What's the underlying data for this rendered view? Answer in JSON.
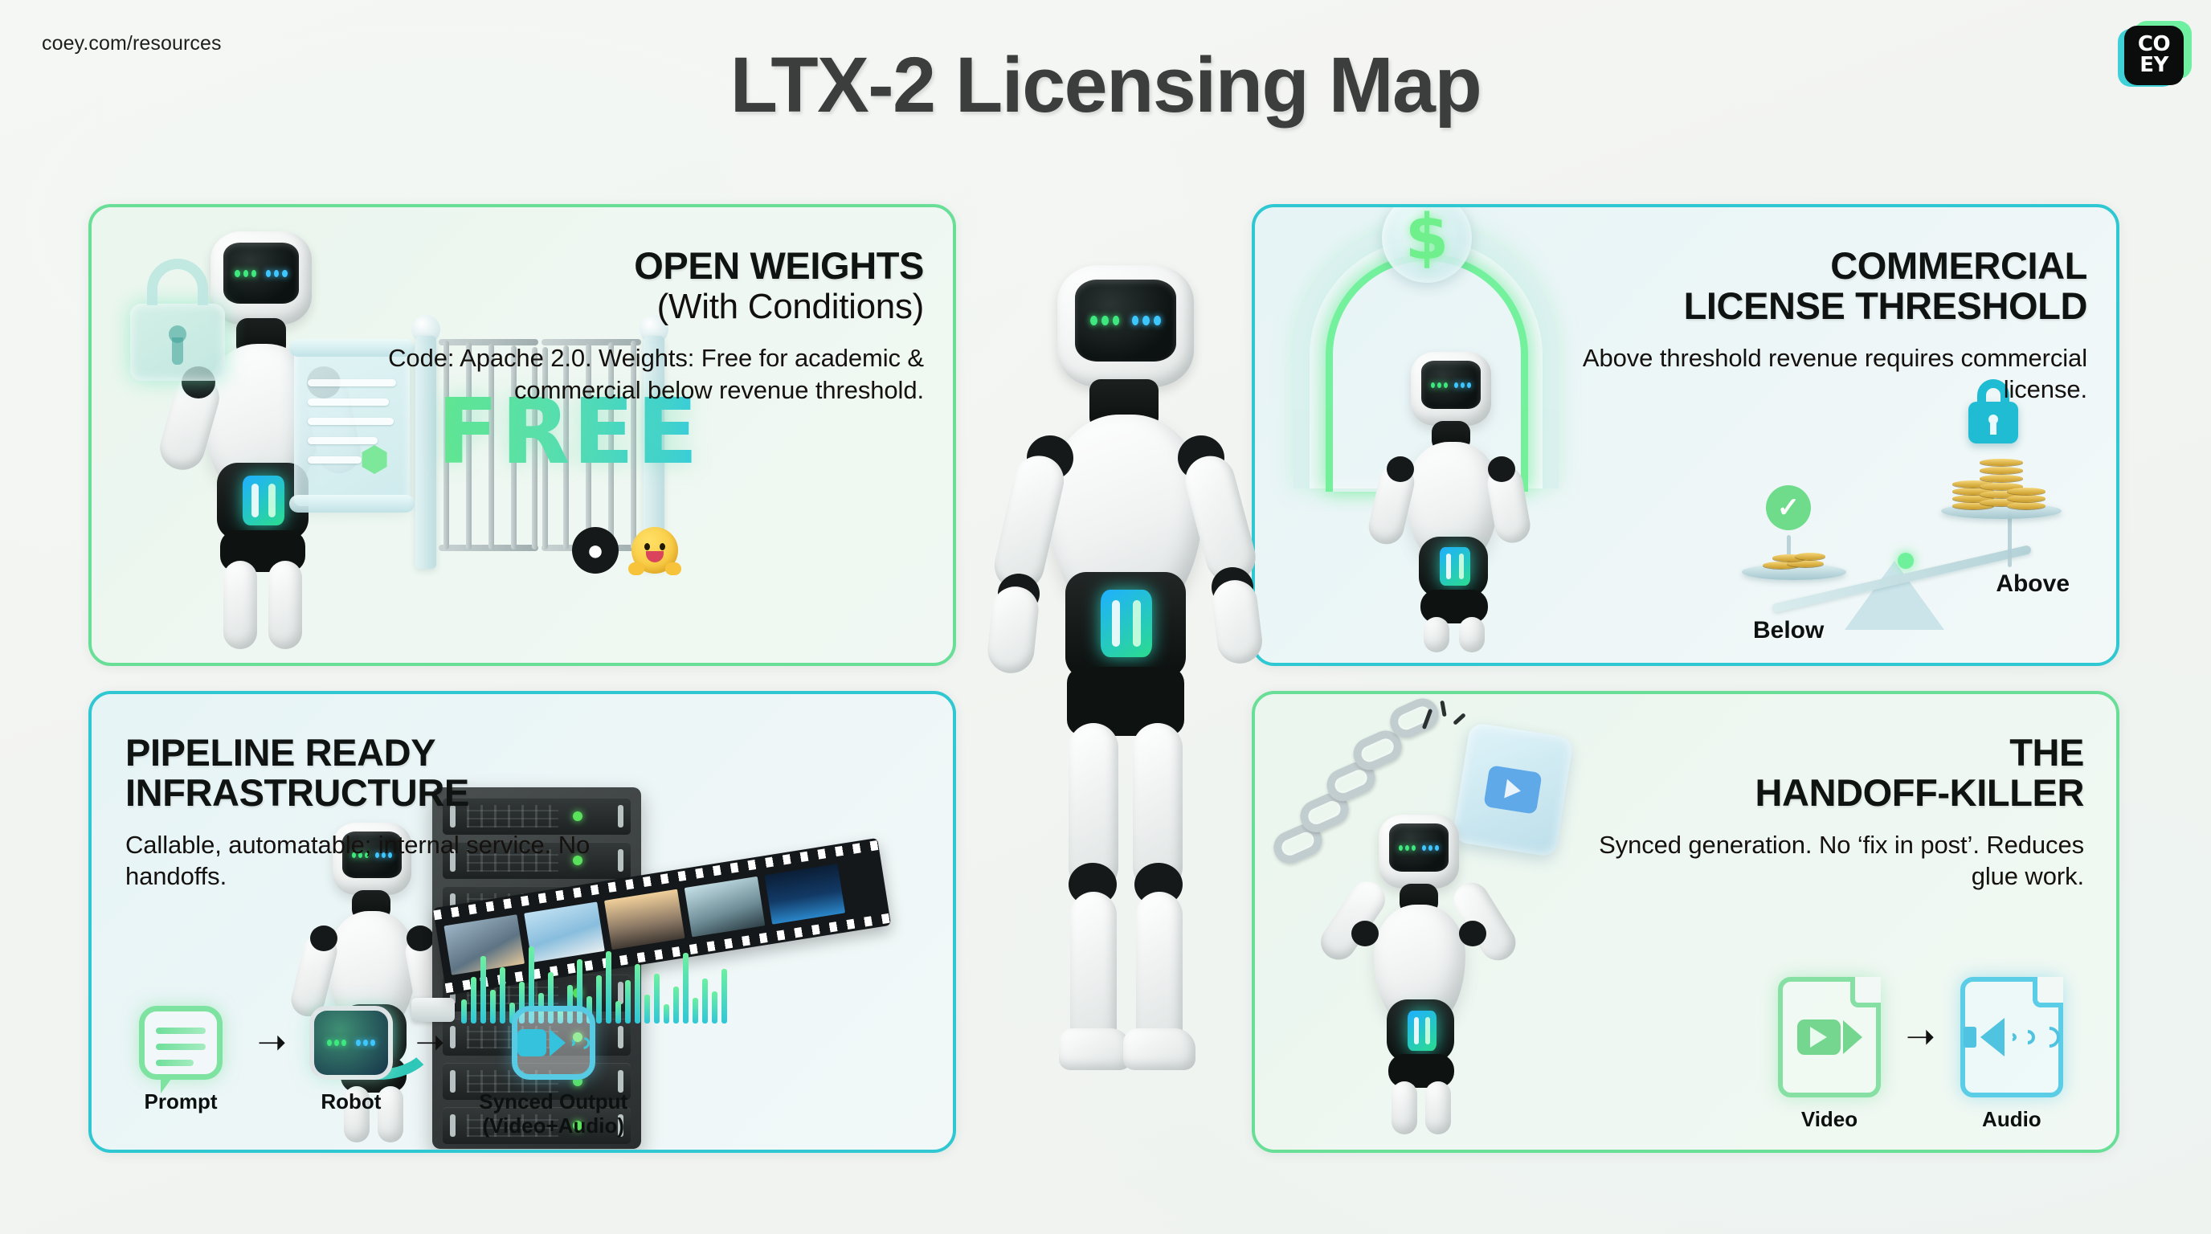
{
  "header": {
    "url": "coey.com/resources",
    "title": "LTX-2 Licensing Map",
    "logo_line1": "CO",
    "logo_line2": "EY"
  },
  "colors": {
    "green_border": "#68de96",
    "cyan_border": "#2fc7d2",
    "free_gradient_start": "#63e88c",
    "free_gradient_end": "#35cbe0",
    "page_background": "#f4f6f3",
    "title_text": "#3b3e3d"
  },
  "cards": [
    {
      "id": "open-weights",
      "title": "OPEN WEIGHTS",
      "subtitle": "(With Conditions)",
      "body": "Code: Apache 2.0. Weights: Free for academic & commercial below revenue threshold.",
      "accent": "#68de96",
      "art": {
        "free_word": "FREE",
        "icons": [
          "github-icon",
          "hugging-face-icon",
          "padlock-icon",
          "scroll-document-icon",
          "gate-icon"
        ]
      }
    },
    {
      "id": "commercial",
      "title_line1": "COMMERCIAL",
      "title_line2": "LICENSE THRESHOLD",
      "body": "Above threshold revenue requires commercial license.",
      "accent": "#2fc7d2",
      "art": {
        "coin_symbol": "$",
        "scale_left_label": "Below",
        "scale_right_label": "Above",
        "check_mark": "✓"
      }
    },
    {
      "id": "pipeline",
      "title_line1": "PIPELINE READY",
      "title_line2": "INFRASTRUCTURE",
      "body": "Callable, automatable; internal service. No handoffs.",
      "accent": "#2fc7d2",
      "flow": [
        {
          "label": "Prompt",
          "icon": "chat-bubble-icon"
        },
        {
          "label": "Robot",
          "icon": "robot-face-icon"
        },
        {
          "label": "Synced Output\n(Video+Audio)",
          "label_line1": "Synced Output",
          "label_line2": "(Video+Audio)",
          "icon": "video-audio-icon"
        }
      ],
      "arrow": "➝"
    },
    {
      "id": "handoff",
      "title_line1": "THE",
      "title_line2": "HANDOFF-KILLER",
      "body": "Synced generation. No ‘fix in post’. Reduces glue work.",
      "accent": "#68de96",
      "flow": [
        {
          "label": "Video",
          "icon": "video-file-icon"
        },
        {
          "label": "Audio",
          "icon": "audio-file-icon"
        }
      ],
      "arrow": "➝"
    }
  ],
  "hero": {
    "name": "central-robot-mascot"
  }
}
